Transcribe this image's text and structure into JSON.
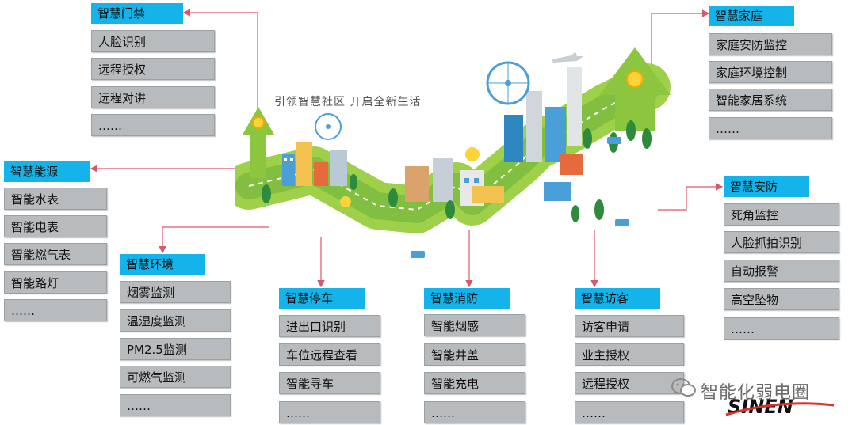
{
  "slogan": "引领智慧社区  开启全新生活",
  "watermark": {
    "text": "智能化弱电圈",
    "logo": "SINEN"
  },
  "colors": {
    "header_bg": "#14b4ea",
    "item_bg": "#b7bbbd",
    "connector": "#d9576b"
  },
  "groups": [
    {
      "id": "access",
      "title": "智慧门禁",
      "items": [
        "人脸识别",
        "远程授权",
        "远程对讲",
        "……"
      ]
    },
    {
      "id": "energy",
      "title": "智慧能源",
      "items": [
        "智能水表",
        "智能电表",
        "智能燃气表",
        "智能路灯",
        "……"
      ]
    },
    {
      "id": "environment",
      "title": "智慧环境",
      "items": [
        "烟雾监测",
        "温湿度监测",
        "PM2.5监测",
        "可燃气监测",
        "……"
      ]
    },
    {
      "id": "parking",
      "title": "智慧停车",
      "items": [
        "进出口识别",
        "车位远程查看",
        "智能寻车",
        "……"
      ]
    },
    {
      "id": "fire",
      "title": "智慧消防",
      "items": [
        "智能烟感",
        "智能井盖",
        "智能充电",
        "……"
      ]
    },
    {
      "id": "visitor",
      "title": "智慧访客",
      "items": [
        "访客申请",
        "业主授权",
        "远程授权",
        "……"
      ]
    },
    {
      "id": "home",
      "title": "智慧家庭",
      "items": [
        "家庭安防监控",
        "家庭环境控制",
        "智能家居系统",
        "……"
      ]
    },
    {
      "id": "security",
      "title": "智慧安防",
      "items": [
        "死角监控",
        "人脸抓拍识别",
        "自动报警",
        "高空坠物",
        "……"
      ]
    }
  ]
}
